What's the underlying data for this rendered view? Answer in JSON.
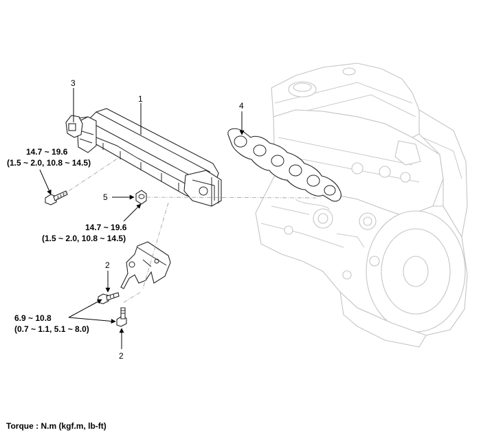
{
  "callouts": {
    "c1": "1",
    "c2a": "2",
    "c2b": "2",
    "c3": "3",
    "c4": "4",
    "c5": "5"
  },
  "torque": {
    "t1_main": "14.7 ~ 19.6",
    "t1_sub": "(1.5 ~ 2.0, 10.8 ~ 14.5)",
    "t2_main": "14.7 ~ 19.6",
    "t2_sub": "(1.5 ~ 2.0, 10.8 ~ 14.5)",
    "t3_main": "6.9 ~ 10.8",
    "t3_sub": "(0.7 ~ 1.1, 5.1 ~ 8.0)"
  },
  "footer": {
    "torque_units": "Torque : N.m (kgf.m, lb-ft)"
  },
  "icons": [
    "engine-block-icon",
    "intake-manifold-icon",
    "gasket-icon",
    "bracket-icon",
    "bolt-icon",
    "nut-icon",
    "sensor-icon"
  ]
}
